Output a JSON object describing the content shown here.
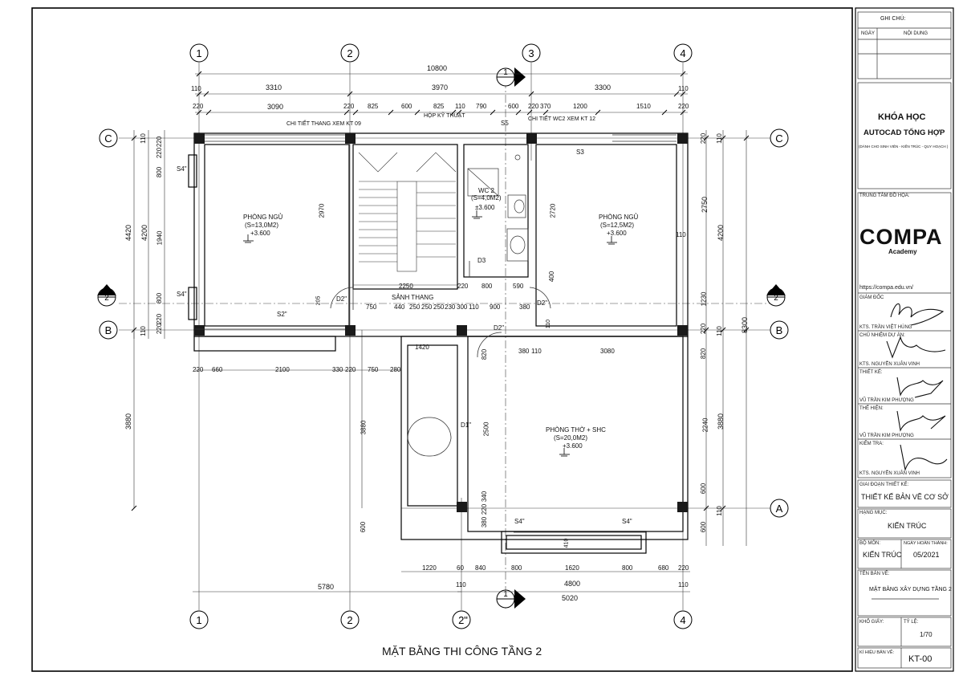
{
  "sheet_title": "MẶT BẰNG THI CÔNG TẦNG 2",
  "axes": {
    "vertical": [
      "1",
      "2",
      "3",
      "4"
    ],
    "horizontal": [
      "C",
      "B",
      "A"
    ],
    "grid_1_lower": "1",
    "grid_2_lower": "2",
    "grid_2_star": "2\"",
    "grid_4_lower": "4"
  },
  "section_marks": {
    "top": "1",
    "bottom": "1",
    "left": "2",
    "right": "2"
  },
  "dims_top": {
    "overall": "10800",
    "row2": [
      "110",
      "3310",
      "3970",
      "3300",
      "110"
    ],
    "row3": [
      "220",
      "3090",
      "220",
      "825",
      "600",
      "825",
      "110",
      "790",
      "600",
      "220",
      "370",
      "1200",
      "1510",
      "220"
    ]
  },
  "dims_bottom": {
    "row1": [
      "220",
      "660",
      "2100",
      "330",
      "220",
      "750",
      "280"
    ],
    "row2": [
      "1220",
      "60",
      "840",
      "800",
      "1620",
      "800",
      "680",
      "220"
    ],
    "row3": [
      "110",
      "4800",
      "110"
    ],
    "left_total": "5780",
    "right_total": "5020"
  },
  "dims_left": {
    "outer": [
      "3880"
    ],
    "total": "4420",
    "mid": [
      "4200"
    ],
    "inner": [
      "220",
      "220",
      "800",
      "1940",
      "800",
      "220",
      "220"
    ],
    "small": [
      "110",
      "110"
    ]
  },
  "dims_right": {
    "total": "8300",
    "outer": [
      "2750",
      "4200",
      "1230",
      "3880"
    ],
    "inner": [
      "220",
      "220",
      "820",
      "2240",
      "600",
      "600"
    ],
    "small": [
      "110",
      "110",
      "110",
      "110"
    ]
  },
  "dims_inner": {
    "stair_height": "2970",
    "wc_height": "2720",
    "wc_low": "400",
    "hall_widths": [
      "750",
      "440",
      "250",
      "250",
      "250",
      "230",
      "300",
      "110",
      "900",
      "380"
    ],
    "lobby_width": "2250",
    "lobby_right": [
      "220",
      "800",
      "590"
    ],
    "d_bottom": [
      "1420"
    ],
    "room_bottom": [
      "380",
      "110",
      "3080"
    ],
    "door_heights": [
      "820",
      "2500",
      "340",
      "220",
      "380"
    ],
    "stair_left_h": "3880",
    "bedroom_left_h": "205",
    "balcony_h": "600",
    "balcony_small": "410",
    "right_col": "110"
  },
  "notes": {
    "stair_detail": "CHI TIẾT THANG XEM KT 09",
    "tech_box": "HỘP KỸ THUẬT",
    "wc_detail": "CHI TIẾT WC2 XEM KT 12"
  },
  "rooms": [
    {
      "name": "PHÒNG NGỦ",
      "area": "(S=13,0M2)",
      "level": "+3.600"
    },
    {
      "name": "PHÒNG NGỦ",
      "area": "(S=12,5M2)",
      "level": "+3.600"
    },
    {
      "name": "WC 2",
      "area": "(S=4,0M2)",
      "level": "±3.600"
    },
    {
      "name": "PHÒNG THỜ + SHC",
      "area": "(S=20,0M2)",
      "level": "+3.600"
    },
    {
      "name": "SẢNH THANG",
      "area": "",
      "level": ""
    }
  ],
  "tags": {
    "s4_top": "S4\"",
    "s4_mid": "S4\"",
    "s2": "S2\"",
    "s5": "S5",
    "s3": "S3",
    "d3": "D3",
    "d2_left": "D2\"",
    "d2_right": "D2\"",
    "d2_mid": "D2\"",
    "d1": "D1\"",
    "s4_bot_left": "S4\"",
    "s4_bot_right": "S4\""
  },
  "title_block": {
    "notes_header": "GHI CHÚ:",
    "col_date": "NGÀY",
    "col_content": "NỘI DUNG",
    "course_line1": "KHÓA HỌC",
    "course_line2": "AUTOCAD TỔNG HỢP",
    "course_sub": "(DÀNH CHO SINH VIÊN - KIẾN TRÚC - QUY HOẠCH )",
    "center_label": "TRUNG TÂM ĐỒ HỌA:",
    "logo_main": "COMPA",
    "logo_sub": "Academy",
    "website": "https://compa.edu.vn/",
    "director_label": "GIÁM ĐỐC",
    "director_name": "KTS. TRẦN VIỆT HÙNG",
    "pm_label": "CHỦ NHIỆM DỰ ÁN:",
    "pm_name": "KTS. NGUYỄN XUÂN VINH",
    "designer_label": "THIẾT KẾ:",
    "designer_name": "VŨ TRẦN KIM PHƯỢNG",
    "drafter_label": "THỂ HIỆN:",
    "drafter_name": "VŨ TRẦN KIM PHƯỢNG",
    "checker_label": "KIỂM TRA:",
    "checker_name": "KTS. NGUYỄN XUÂN VINH",
    "stage_label": "GIAI ĐOẠN THIẾT KẾ:",
    "stage_value": "THIẾT KẾ BẢN VẼ CƠ SỞ",
    "category_label": "HẠNG MỤC:",
    "category_value": "KIẾN TRÚC",
    "dept_label": "BỘ MÔN:",
    "dept_value": "KIẾN TRÚC",
    "date_label": "NGÀY HOÀN THÀNH:",
    "date_value": "05/2021",
    "drawing_label": "TÊN BẢN VẼ:",
    "drawing_value": "MẶT BẰNG XÂY DỰNG TẦNG 2",
    "size_label": "KHỔ GIẤY:",
    "scale_label": "TỶ LỆ:",
    "scale_value": "1/70",
    "code_label": "KÍ HIỆU BẢN VẼ:",
    "code_value": "KT-00"
  }
}
